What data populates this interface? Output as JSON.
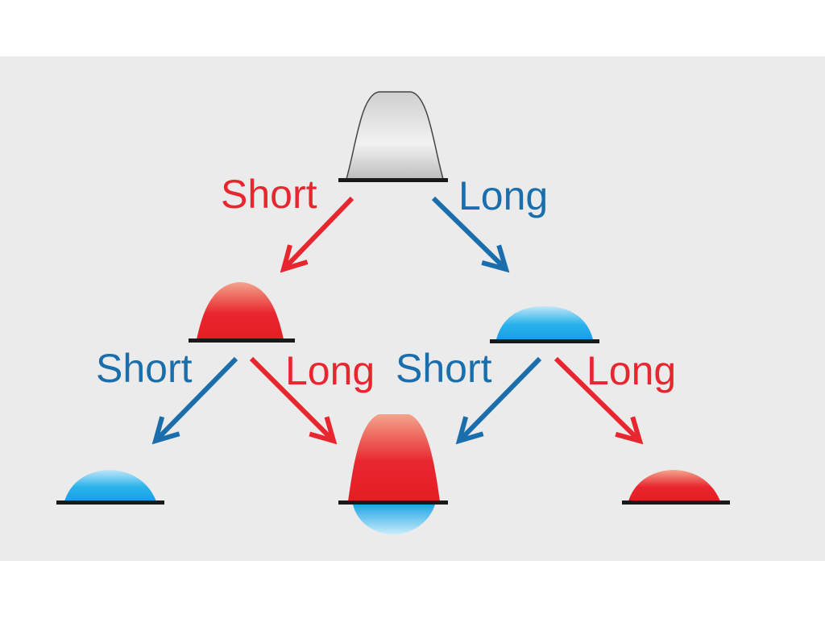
{
  "colors": {
    "background": "#ebebeb",
    "red": "#e8262f",
    "blue": "#1a6eab",
    "baseline": "#1a1a1a",
    "gray": "#9a9a9a",
    "light_blue": "#22a9e6"
  },
  "tree": {
    "root_branches": {
      "left": "Short",
      "right": "Long"
    },
    "left_node_branches": {
      "left": "Short",
      "right": "Long"
    },
    "right_node_branches": {
      "left": "Short",
      "right": "Long"
    }
  }
}
